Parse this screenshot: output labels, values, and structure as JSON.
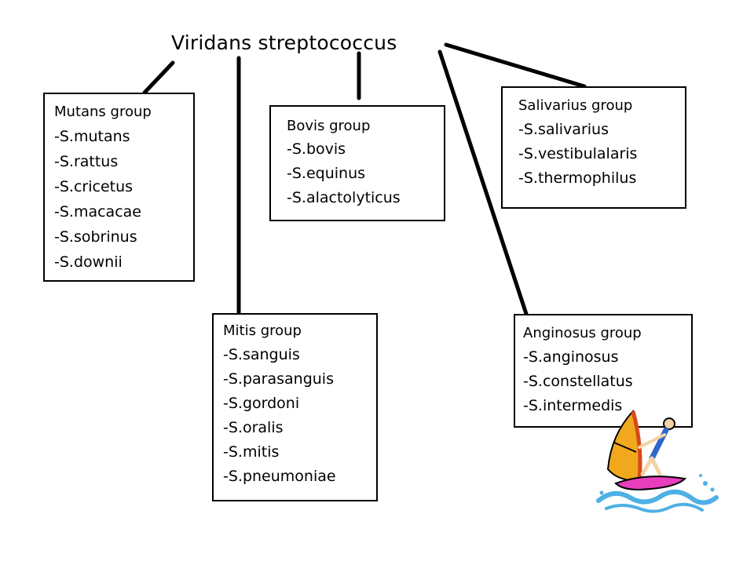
{
  "title": "Viridans streptococcus",
  "groups": {
    "mutans": {
      "title": "Mutans group",
      "species": [
        "-S.mutans",
        "-S.rattus",
        "-S.cricetus",
        "-S.macacae",
        "-S.sobrinus",
        "-S.downii"
      ]
    },
    "bovis": {
      "title": "Bovis group",
      "species": [
        "-S.bovis",
        "-S.equinus",
        "-S.alactolyticus"
      ]
    },
    "salivarius": {
      "title": "Salivarius group",
      "species": [
        "-S.salivarius",
        "-S.vestibulalaris",
        "-S.thermophilus"
      ]
    },
    "mitis": {
      "title": "Mitis group",
      "species": [
        "-S.sanguis",
        "-S.parasanguis",
        "-S.gordoni",
        "-S.oralis",
        "-S.mitis",
        "-S.pneumoniae"
      ]
    },
    "anginosus": {
      "title": "Anginosus group",
      "species": [
        "-S.anginosus",
        "-S.constellatus",
        "-S.intermedis"
      ]
    }
  },
  "clipart": {
    "icon": "windsurfer-icon",
    "colors": {
      "sail": "#f2a81d",
      "sail_edge": "#d64a1a",
      "board": "#e83dbd",
      "water": "#4fb0e4"
    }
  }
}
